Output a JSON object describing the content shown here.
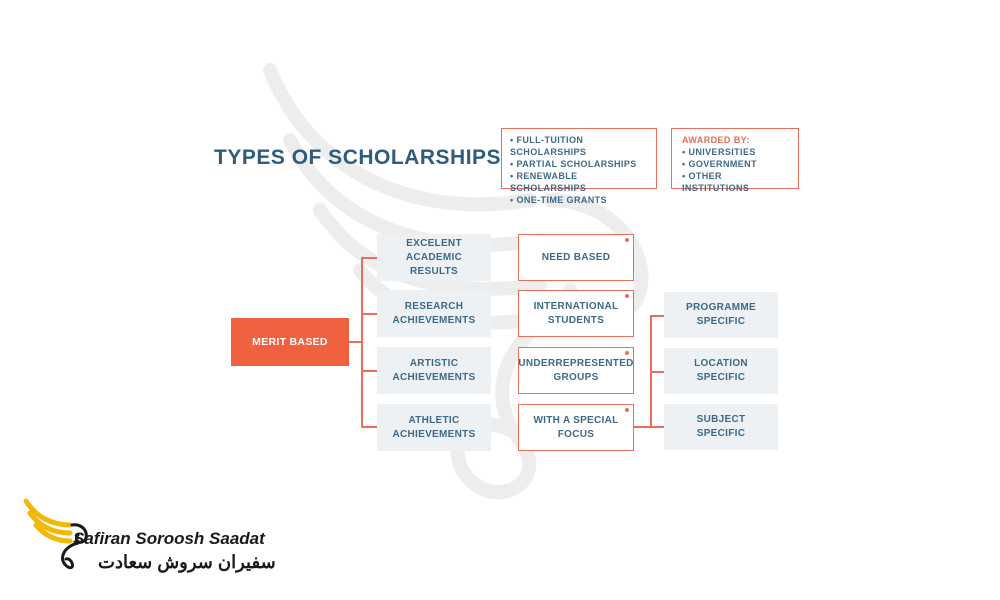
{
  "title": "TYPES OF SCHOLARSHIPS",
  "types_list": [
    "FULL-TUITION SCHOLARSHIPS",
    "PARTIAL SCHOLARSHIPS",
    "RENEWABLE SCHOLARSHIPS",
    "ONE-TIME GRANTS"
  ],
  "awarded": {
    "heading": "AWARDED BY:",
    "items": [
      "UNIVERSITIES",
      "GOVERNMENT",
      "OTHER INSTITUTIONS"
    ]
  },
  "merit": {
    "label": "MERIT BASED",
    "children": [
      {
        "line1": "EXCELENT ACADEMIC",
        "line2": "RESULTS"
      },
      {
        "line1": "RESEARCH",
        "line2": "ACHIEVEMENTS"
      },
      {
        "line1": "ARTISTIC",
        "line2": "ACHIEVEMENTS"
      },
      {
        "line1": "ATHLETIC",
        "line2": "ACHIEVEMENTS"
      }
    ]
  },
  "other_types": [
    {
      "line1": "NEED BASED",
      "line2": ""
    },
    {
      "line1": "INTERNATIONAL",
      "line2": "STUDENTS"
    },
    {
      "line1": "UNDERREPRESENTED",
      "line2": "GROUPS"
    },
    {
      "line1": "WITH A SPECIAL",
      "line2": "FOCUS"
    }
  ],
  "focus_children": [
    {
      "line1": "PROGRAMME",
      "line2": "SPECIFIC"
    },
    {
      "line1": "LOCATION",
      "line2": "SPECIFIC"
    },
    {
      "line1": "SUBJECT",
      "line2": "SPECIFIC"
    }
  ],
  "logo": {
    "name_en": "Safiran Soroosh Saadat",
    "name_fa": "سفیران سروش سعادت",
    "colors": {
      "wing": "#f2b807",
      "text": "#1a1a1a"
    }
  },
  "colors": {
    "accent": "#f0623f",
    "border": "#e8705a",
    "text": "#3d6a88",
    "box_bg": "#edf1f4"
  }
}
